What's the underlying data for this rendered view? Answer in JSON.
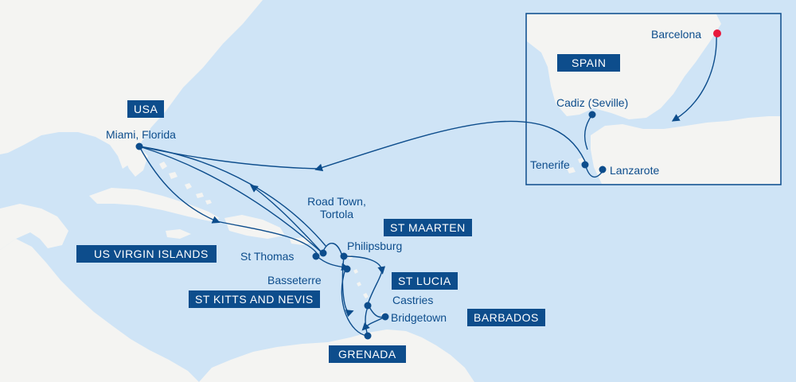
{
  "colors": {
    "sea": "#cfe4f6",
    "land": "#f4f4f2",
    "route": "#0d4d8c",
    "label_bg": "#0d4d8c",
    "start_port": "#e8193c"
  },
  "countries": {
    "usa": "USA",
    "spain": "SPAIN",
    "st_maarten": "ST MAARTEN",
    "us_virgin_islands": "US VIRGIN ISLANDS",
    "st_lucia": "ST LUCIA",
    "st_kitts_and_nevis": "ST KITTS AND NEVIS",
    "barbados": "BARBADOS",
    "grenada": "GRENADA"
  },
  "ports": {
    "barcelona": "Barcelona",
    "cadiz": "Cadiz (Seville)",
    "tenerife": "Tenerife",
    "lanzarote": "Lanzarote",
    "miami": "Miami, Florida",
    "road_town_line1": "Road Town,",
    "road_town_line2": "Tortola",
    "philipsburg": "Philipsburg",
    "st_thomas": "St Thomas",
    "basseterre": "Basseterre",
    "castries": "Castries",
    "bridgetown": "Bridgetown"
  }
}
